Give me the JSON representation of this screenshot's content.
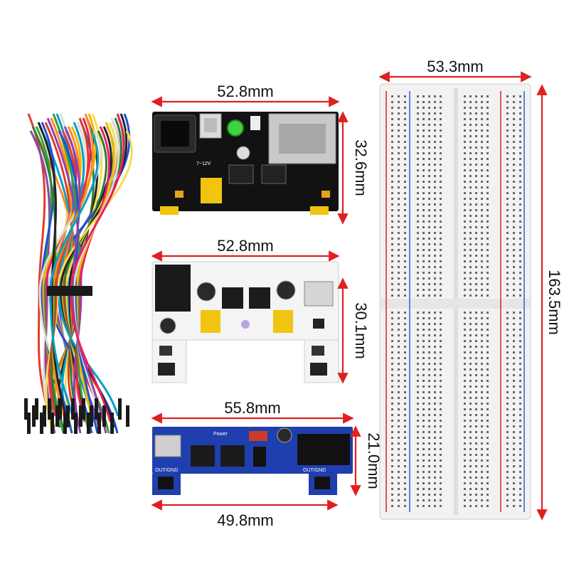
{
  "dimensions": {
    "black_module_width": "52.8mm",
    "black_module_height": "32.6mm",
    "white_module_width": "52.8mm",
    "white_module_height": "30.1mm",
    "blue_module_width_top": "55.8mm",
    "blue_module_height": "21.0mm",
    "blue_module_width_bottom": "49.8mm",
    "breadboard_width": "53.3mm",
    "breadboard_height": "163.5mm"
  },
  "board_labels": {
    "black_input_voltage": "7~12V",
    "blue_power": "Power",
    "blue_out_left": "OUT/GND",
    "blue_out_right": "OUT/GND"
  },
  "colors": {
    "arrow": "#e02020",
    "black_pcb": "#121212",
    "white_pcb": "#f4f4f4",
    "blue_pcb": "#1f3fae",
    "header_yellow": "#f1c40f",
    "breadboard": "#f2f2f2",
    "rail_red": "#d0303a",
    "rail_blue": "#2f6fd8"
  }
}
